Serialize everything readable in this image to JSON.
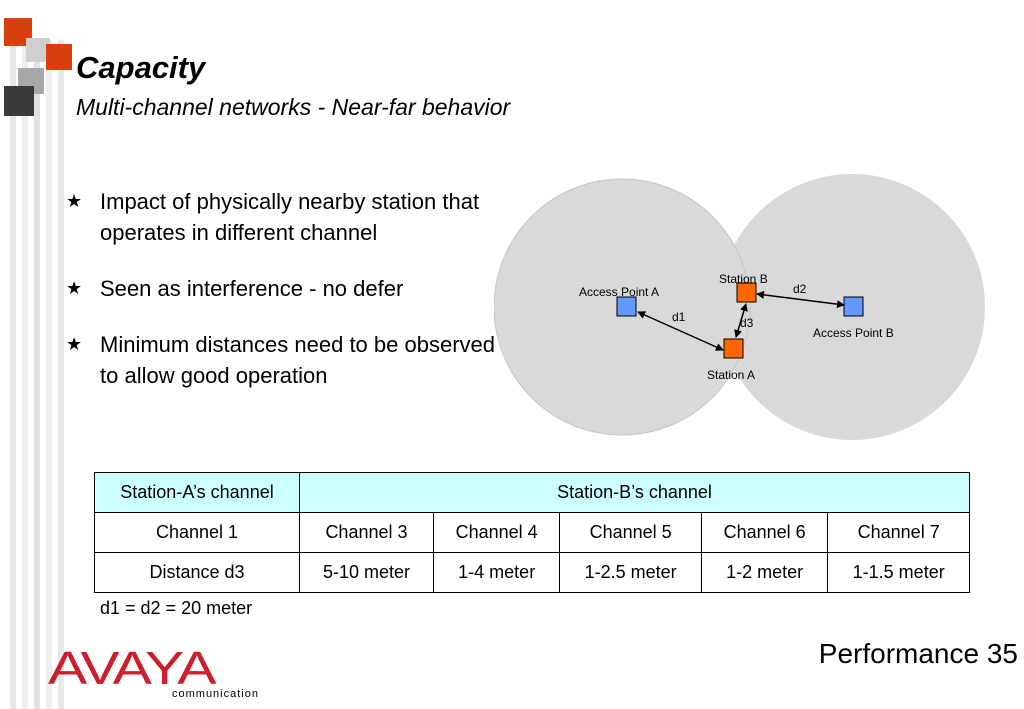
{
  "slide": {
    "title": "Capacity",
    "subtitle": "Multi-channel networks - Near-far behavior",
    "bullets": [
      "Impact of physically nearby station that operates in different channel",
      "Seen as interference - no defer",
      "Minimum distances need to be observed to allow good operation"
    ],
    "bullet_icon": "star-icon",
    "diagram": {
      "access_point_a": "Access Point A",
      "access_point_b": "Access Point B",
      "station_a": "Station A",
      "station_b": "Station B",
      "d1": "d1",
      "d2": "d2",
      "d3": "d3"
    },
    "table": {
      "header_left": "Station-A’s channel",
      "header_right": "Station-B’s channel",
      "row1": [
        "Channel 1",
        "Channel 3",
        "Channel 4",
        "Channel 5",
        "Channel 6",
        "Channel 7"
      ],
      "row2": [
        "Distance d3",
        "5-10 meter",
        "1-4 meter",
        "1-2.5 meter",
        "1-2 meter",
        "1-1.5 meter"
      ]
    },
    "note": "d1 = d2 = 20 meter",
    "footer": "Performance 35",
    "logo": {
      "name": "AVAYA",
      "tagline": "communication"
    },
    "colors": {
      "logo_red": "#cc1f2d",
      "station_orange": "#ff6600",
      "access_point_blue": "#6699ff",
      "header_cyan": "#ccffff",
      "cell_gray": "#d9d9d9"
    }
  }
}
